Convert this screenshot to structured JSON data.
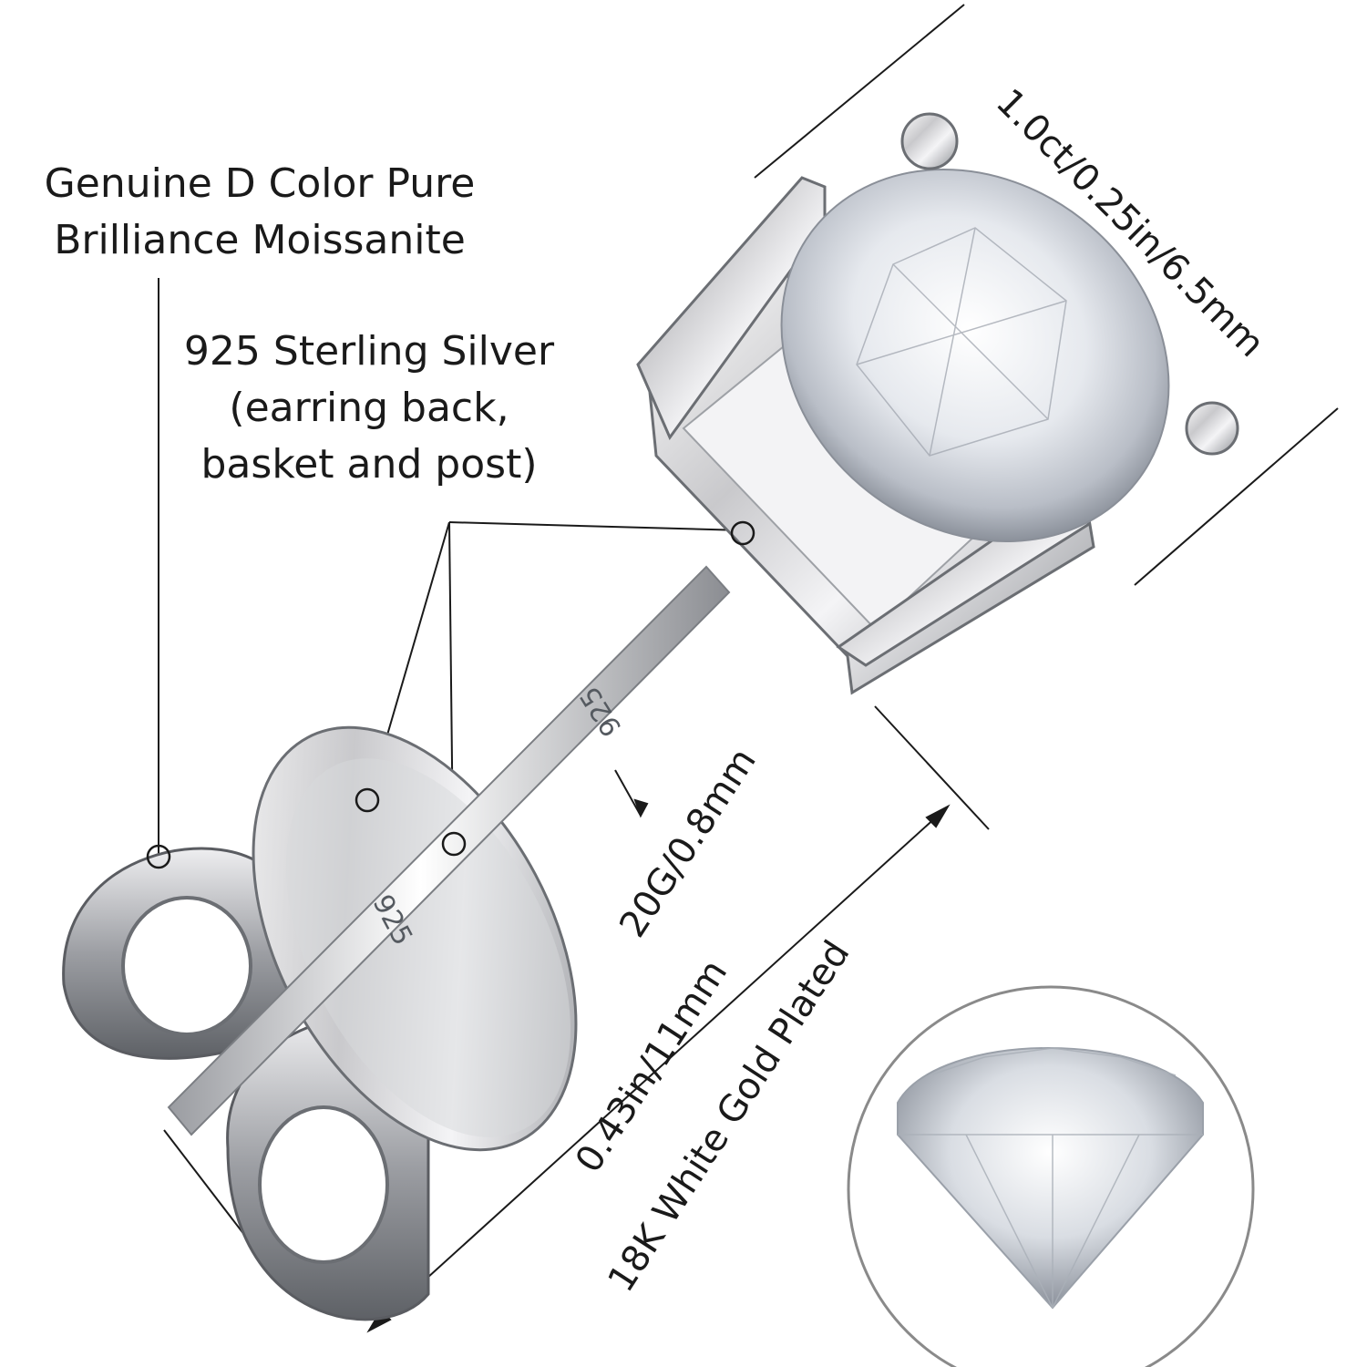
{
  "callouts": {
    "moissanite_line1": "Genuine D Color Pure",
    "moissanite_line2": "Brilliance Moissanite",
    "silver_line1": "925 Sterling Silver",
    "silver_line2": "(earring back,",
    "silver_line3": "basket and post)",
    "plating": "18K White Gold Plated"
  },
  "dimensions": {
    "stone_size": "1.0ct/0.25in/6.5mm",
    "post_gauge": "20G/0.8mm",
    "post_length": "0.43in/11mm"
  },
  "stamps": {
    "post_stamp": "925",
    "back_stamp": "925"
  }
}
